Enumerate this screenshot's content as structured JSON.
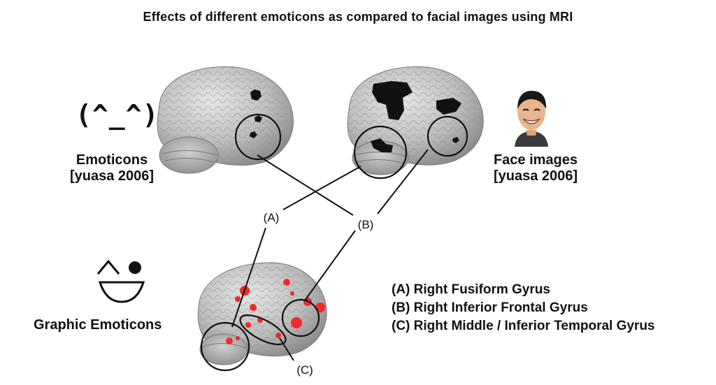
{
  "title": "Effects of different emoticons as compared to facial images using MRI",
  "emoticon_text": "(^_^)",
  "labels": {
    "emoticons": "Emoticons",
    "emoticons_ref": "[yuasa 2006]",
    "face_images": "Face images",
    "face_ref": "[yuasa 2006]",
    "graphic_emoticons": "Graphic Emoticons"
  },
  "markers": {
    "a": "(A)",
    "b": "(B)",
    "c": "(C)"
  },
  "legend": [
    "(A) Right Fusiform Gyrus",
    "(B) Right Inferior Frontal Gyrus",
    "(C) Right Middle / Inferior Temporal Gyrus"
  ],
  "colors": {
    "activation_black": "#111111",
    "activation_red": "#ef2a2a",
    "brain_gray": "#b8b8b8"
  },
  "icons": [
    "brain-emoticons",
    "brain-face-images",
    "brain-graphic-emoticons",
    "face-photo",
    "graphic-emoticon-icon"
  ]
}
